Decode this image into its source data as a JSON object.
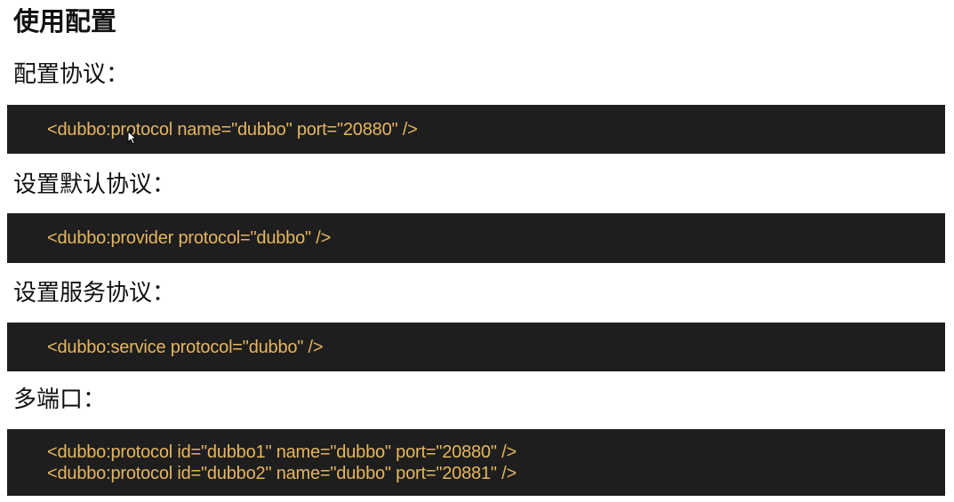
{
  "title": "使用配置",
  "sections": [
    {
      "label": "配置协议：",
      "code": [
        "<dubbo:protocol name=\"dubbo\" port=\"20880\" />"
      ]
    },
    {
      "label": "设置默认协议：",
      "code": [
        "<dubbo:provider protocol=\"dubbo\" />"
      ]
    },
    {
      "label": "设置服务协议：",
      "code": [
        "<dubbo:service protocol=\"dubbo\" />"
      ]
    },
    {
      "label": "多端口：",
      "code": [
        "<dubbo:protocol id=\"dubbo1\" name=\"dubbo\" port=\"20880\" />",
        "<dubbo:protocol id=\"dubbo2\" name=\"dubbo\" port=\"20881\" />"
      ]
    }
  ],
  "colors": {
    "code_background": "#1e1e1e",
    "code_text": "#e6b65e"
  },
  "icons": {
    "pointer": "mouse-pointer-icon"
  }
}
